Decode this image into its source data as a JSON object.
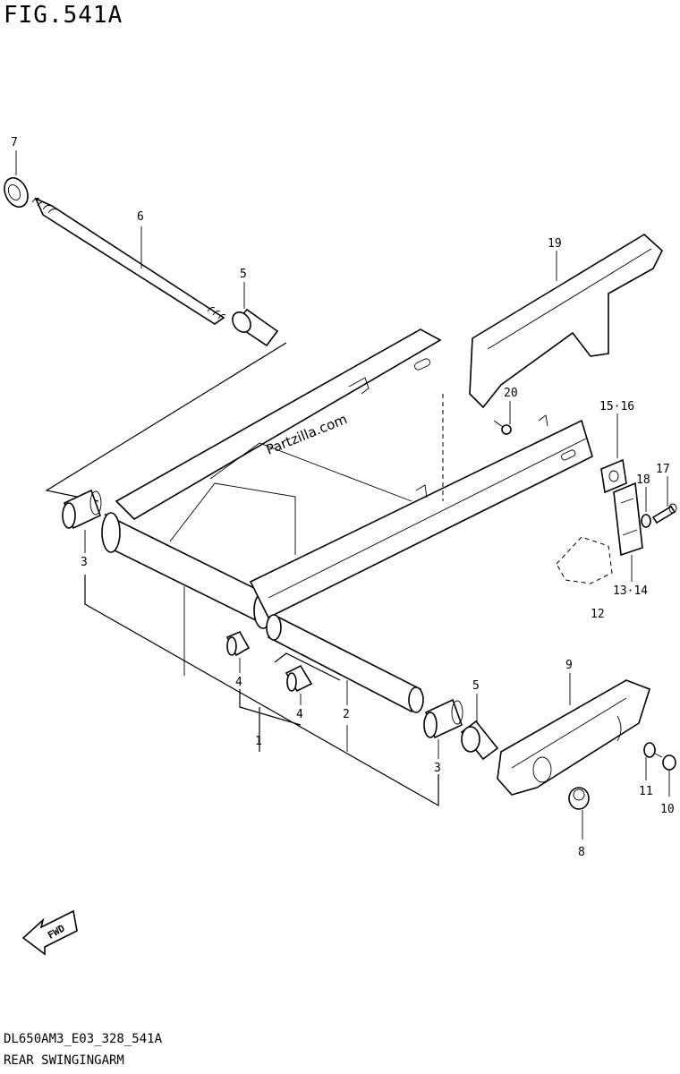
{
  "figure": {
    "title": "FIG.541A",
    "model_code": "DL650AM3_E03_328_541A",
    "name": "REAR SWINGINGARM"
  },
  "watermark": "Partzilla.com",
  "fwd_label": "FWD",
  "callouts": {
    "c1": "1",
    "c2": "2",
    "c3a": "3",
    "c3b": "3",
    "c4a": "4",
    "c4b": "4",
    "c5a": "5",
    "c5b": "5",
    "c6": "6",
    "c7": "7",
    "c8": "8",
    "c9": "9",
    "c10": "10",
    "c11": "11",
    "c12": "12",
    "c1314": "13·14",
    "c1516": "15·16",
    "c17": "17",
    "c18": "18",
    "c19": "19",
    "c20": "20"
  }
}
